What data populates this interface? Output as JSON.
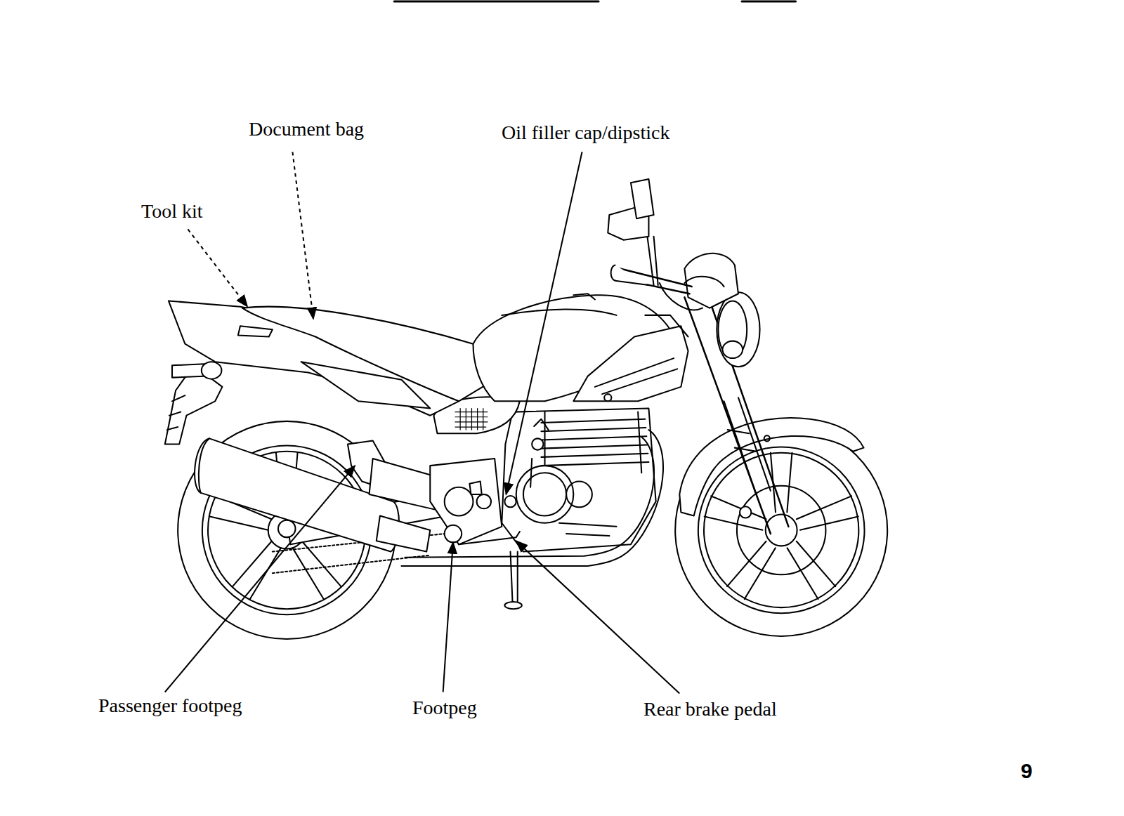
{
  "diagram": {
    "labels": [
      "Document bag",
      "Oil filler cap/dipstick",
      "Tool kit",
      "Passenger footpeg",
      "Footpeg",
      "Rear brake pedal",
      "9"
    ]
  }
}
